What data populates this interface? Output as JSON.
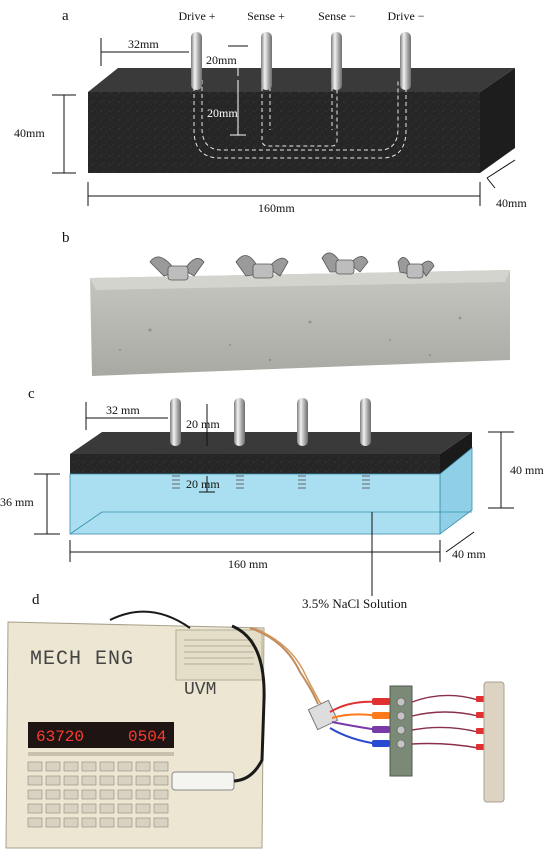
{
  "panels": {
    "a": {
      "letter": "a",
      "electrodes": [
        "Drive +",
        "Sense +",
        "Sense −",
        "Drive −"
      ],
      "dim_offset": "32mm",
      "dim_upper": "20mm",
      "dim_lower": "20mm",
      "dim_height": "40mm",
      "dim_length": "160mm",
      "dim_depth": "40mm"
    },
    "b": {
      "letter": "b"
    },
    "c": {
      "letter": "c",
      "dim_offset": "32 mm",
      "dim_upper": "20 mm",
      "dim_lower": "20 mm",
      "dim_height": "40 mm",
      "dim_water": "36 mm",
      "dim_length": "160 mm",
      "dim_depth": "40 mm",
      "solution": "3.5% NaCl Solution"
    },
    "d": {
      "letter": "d",
      "handwriting_left": "MECH ENG",
      "handwriting_right": "UVM",
      "display_left": "63720",
      "display_right": "0504"
    }
  },
  "colors": {
    "concrete_dark": "#262626",
    "concrete_grey": "#b9b9b4",
    "water": "#a9dff0",
    "steel": "#cfcfcf",
    "display_red": "#ff3b2f",
    "meter_body": "#ece6d2"
  }
}
